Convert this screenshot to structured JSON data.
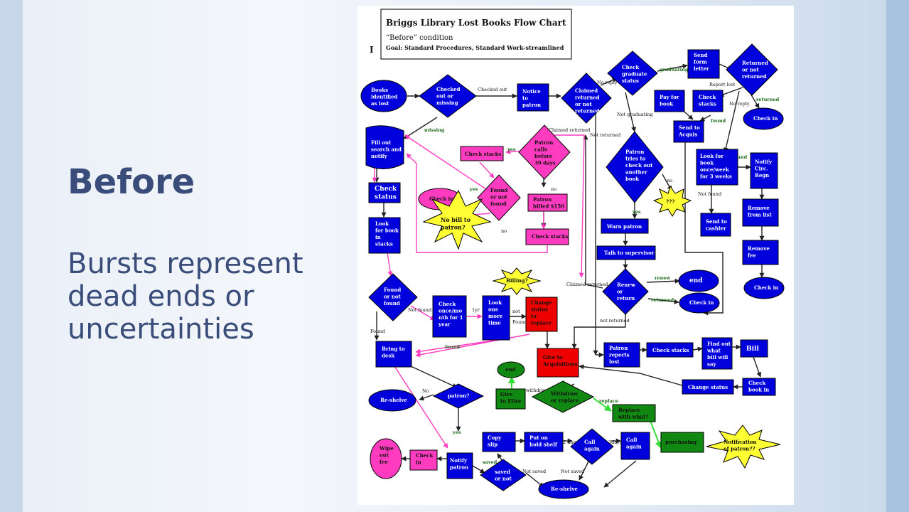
{
  "slide": {
    "title": "Before",
    "subtitle": "Bursts represent dead ends or uncertainties"
  },
  "chart": {
    "title": "Briggs  Library Lost Books Flow Chart",
    "condition": "“Before” condition",
    "goal": "Goal: Standard Procedures, Standard Work-streamlined",
    "marker": "I"
  },
  "nodes": {
    "books_identified": [
      "Books",
      "identified",
      "as lost"
    ],
    "checked_out_missing": [
      "Checked",
      "out or",
      "missing"
    ],
    "notice_patron": [
      "Notice",
      "to",
      "patron"
    ],
    "claimed_returned": [
      "Claimed",
      "returned",
      "or not",
      "returned"
    ],
    "check_graduate": [
      "Check",
      "graduate",
      "status"
    ],
    "send_form_letter": [
      "Send",
      "form",
      "letter"
    ],
    "returned_not_returned": [
      "Returned",
      "or not",
      "returned"
    ],
    "pay_for_book": [
      "Pay for",
      "book"
    ],
    "check_stacks_top": [
      "Check",
      "stacks"
    ],
    "check_in_top": [
      "Check in"
    ],
    "send_to_acquis": [
      "Send to",
      "Acquis"
    ],
    "fill_out_search": [
      "Fill out",
      "search and",
      "notify"
    ],
    "patron_calls": [
      "Patron",
      "calls",
      "before",
      "30 days"
    ],
    "check_stacks_mid": [
      "Check stacks"
    ],
    "patron_tries": [
      "Patron",
      "tries to",
      "check out",
      "another",
      "book"
    ],
    "look_for_book_week": [
      "Look for",
      "book",
      "once/week",
      "for 3 weeks"
    ],
    "notify_circ_regn": [
      "Notify",
      "Circ.",
      "Regn"
    ],
    "check_status": [
      "Check",
      "status"
    ],
    "found_not_found_top": [
      "Found",
      "or not",
      "found"
    ],
    "check_in_left": [
      "Check in"
    ],
    "no_bill_burst": [
      "No bill to",
      "patron?"
    ],
    "patron_billed": [
      "Patron",
      "billed $150"
    ],
    "qqq_burst": [
      "???"
    ],
    "remove_from_list": [
      "Remove",
      "from list"
    ],
    "send_to_cashier": [
      "Send to",
      "cashier"
    ],
    "look_for_book_stacks": [
      "Look",
      "for book",
      "in",
      "stacks"
    ],
    "check_stacks_low": [
      "Check stacks"
    ],
    "warn_patron": [
      "Warn patron"
    ],
    "remove_fee": [
      "Remove",
      "fee"
    ],
    "talk_supervisor": [
      "Talk to supervisor"
    ],
    "found_not_found_left": [
      "Found",
      "or  not",
      "found"
    ],
    "billing_burst": [
      "Billing?"
    ],
    "check_once_month": [
      "Check",
      "once/mo",
      "nth for 1",
      "year"
    ],
    "look_one_more": [
      "Look",
      "one",
      "more",
      "time"
    ],
    "change_status_replace": [
      "Change",
      "status",
      "to",
      "replace"
    ],
    "renew_or_return": [
      "Renew",
      "or",
      "return"
    ],
    "end_top": [
      "end"
    ],
    "check_in_right": [
      "Check in"
    ],
    "check_in_right2": [
      "Check in"
    ],
    "bring_to_desk": [
      "Bring     to",
      "desk"
    ],
    "give_to_acquisitions": [
      "Give to",
      "Acquisitions"
    ],
    "patron_reports_lost": [
      "Patron",
      "reports",
      "lost"
    ],
    "check_stacks_br": [
      "Check stacks"
    ],
    "find_out_bill": [
      "Find out",
      "what",
      "bill will",
      "say"
    ],
    "bill": [
      "Bill"
    ],
    "end_green": [
      "end"
    ],
    "change_status_br": [
      "Change status"
    ],
    "check_book_in": [
      "Check",
      "book in"
    ],
    "reshelve_left": [
      "Re-shelve"
    ],
    "patron_q": [
      "patron?"
    ],
    "give_to_elise": [
      "Give",
      "to Elise"
    ],
    "withdraw_replace": [
      "Withdraw",
      "or replace"
    ],
    "replace_with_what": [
      "Replace",
      "with what?"
    ],
    "purchasing": [
      "purchasing"
    ],
    "notification_burst": [
      "Notification",
      "of patron??"
    ],
    "wipe_out_fee": [
      "Wipe",
      "out",
      "fee"
    ],
    "check_in_bottom": [
      "Check",
      "in"
    ],
    "notify_patron": [
      "Notify",
      "patron"
    ],
    "copy_slip": [
      "Copy",
      "slip"
    ],
    "put_on_hold_shelf": [
      "Put on",
      "hold shelf"
    ],
    "call_again_diamond": [
      "Call",
      "again"
    ],
    "call_again_box": [
      "Call",
      "again"
    ],
    "saved_or_not": [
      "saved",
      "or not"
    ],
    "reshelve_bottom": [
      "Re-shelve"
    ]
  },
  "edge_labels": {
    "checked_out": "Checked out",
    "missing": "missing",
    "no_reply_top": "No reply",
    "graduating": "graduating",
    "report_lost": "Report lost",
    "no_reply_right": "No reply",
    "returned_top": "returned",
    "found_top": "found",
    "not_graduating": "Not graduating",
    "claimed_returned_mid": "Claimed returned",
    "not_returned_mid": "Not returned",
    "yes_stacks": "yes",
    "no_billed": "no",
    "yes_checkin": "yes",
    "no_found": "no",
    "no_diamond": "no",
    "found_week": "found",
    "not_found_week": "Not found",
    "yes_warn": "yes",
    "claimed_returned_low": "Claimed returned",
    "renew": "renew",
    "returned_low": "returned",
    "not_found_left": "Not found",
    "one_yr": "1yr",
    "not_found_more": "not",
    "found_more": "Found",
    "found_left": "Found",
    "found_desk": "found",
    "not_returned_low": "not returned",
    "withdraw": "withdraw",
    "replace": "replace",
    "no_patron": "No",
    "yes_patron": "yes",
    "saved": "saved",
    "not_saved": "Not saved",
    "not_saved2": "Not saved",
    "two_days": "2 days",
    "three_days": "3days"
  },
  "colors": {
    "blue": "#0000dd",
    "pink": "#ff3cc0",
    "red": "#ee0000",
    "green": "#118811",
    "burst": "#ffff33",
    "title_text": "#3a4d7a"
  }
}
